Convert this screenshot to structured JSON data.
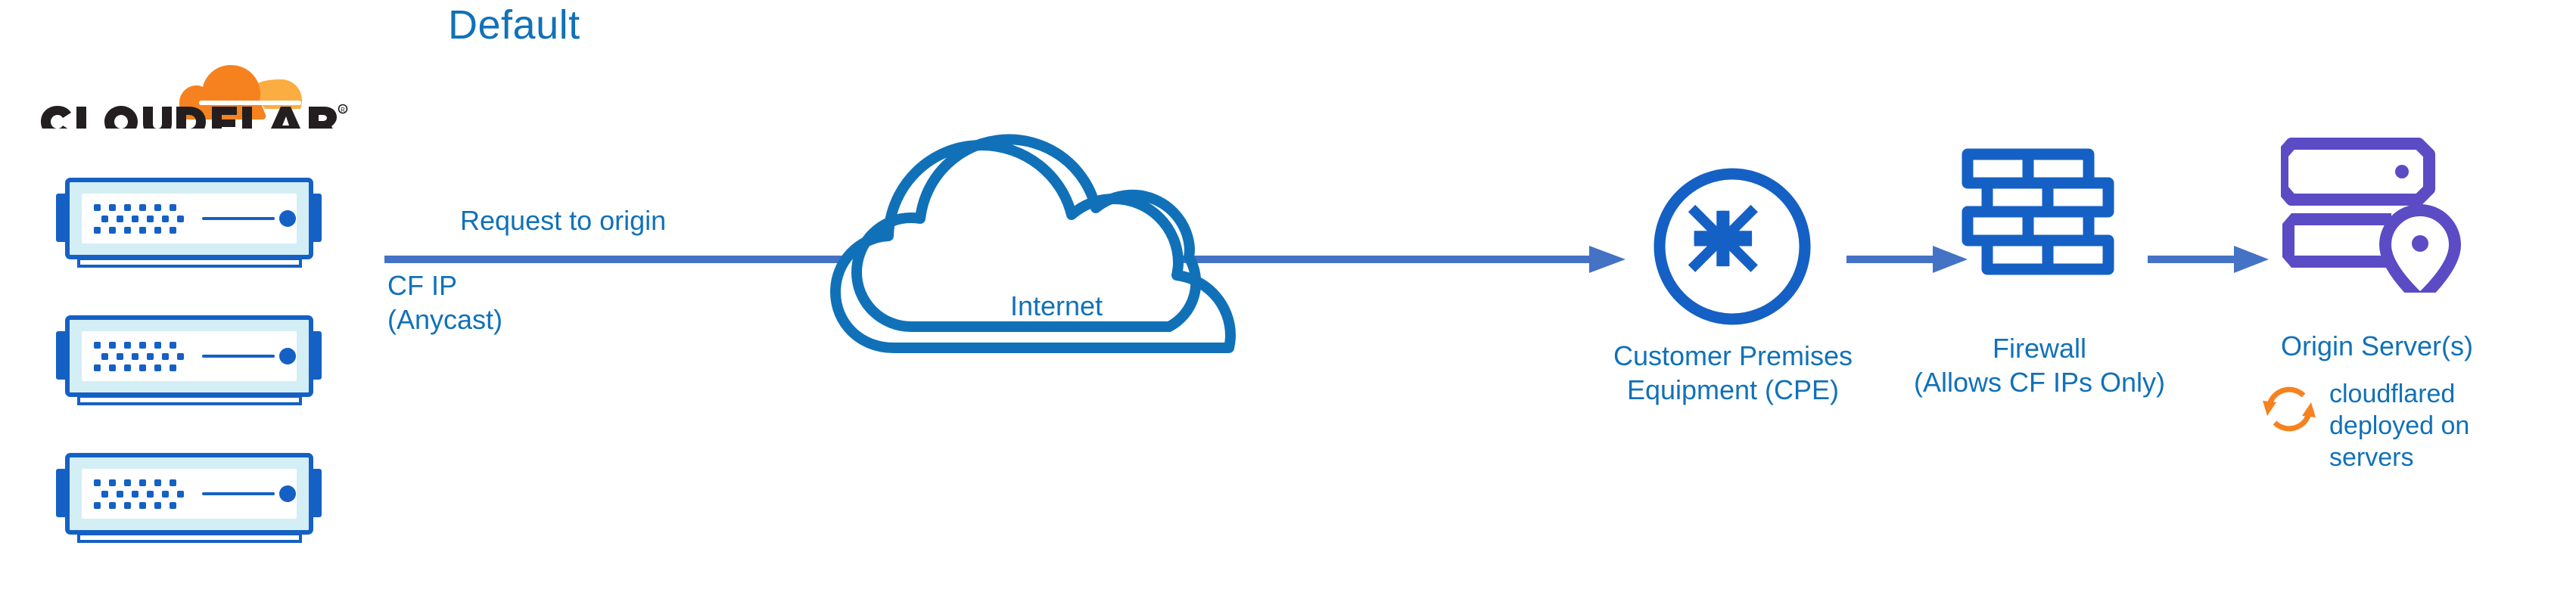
{
  "diagram": {
    "title": "Default",
    "colors": {
      "text_blue": "#1171B8",
      "icon_blue": "#1560C4",
      "arrow_blue": "#4472C4",
      "origin_purple": "#5B4BC4",
      "cloudflare_orange": "#F6821F",
      "cloudflare_orange_light": "#FBAD41",
      "wordmark_dark": "#231F20",
      "appliance_inner": "#D4EEF5",
      "background": "#FFFFFF"
    }
  },
  "brand": {
    "logo_icon": "cloudflare-cloud-icon",
    "wordmark": "CLOUDFLARE",
    "trademark": "®"
  },
  "edge_nodes": {
    "icon": "network-switch-icon",
    "count": 3,
    "caption": "CF IP\n(Anycast)",
    "caption_lines": [
      "CF IP",
      "(Anycast)"
    ]
  },
  "flow": {
    "request_label": "Request to origin",
    "arrows": [
      {
        "name": "cloudflare-to-cpe",
        "direction": "right"
      },
      {
        "name": "cpe-to-firewall",
        "direction": "right"
      },
      {
        "name": "firewall-to-origin",
        "direction": "right"
      }
    ]
  },
  "internet": {
    "icon": "cloud-icon",
    "label": "Internet"
  },
  "cpe": {
    "icon": "router-four-arrows-icon",
    "label_lines": [
      "Customer Premises",
      "Equipment (CPE)"
    ],
    "label": "Customer Premises Equipment (CPE)"
  },
  "firewall": {
    "icon": "brick-wall-icon",
    "label_lines": [
      "Firewall",
      "(Allows CF IPs Only)"
    ],
    "label": "Firewall (Allows CF IPs Only)"
  },
  "origin": {
    "icon": "server-rack-location-pin-icon",
    "label": "Origin Server(s)",
    "note_icon": "circular-sync-arrows-icon",
    "note_lines": [
      "cloudflared",
      "deployed on",
      "servers"
    ],
    "note": "cloudflared deployed on servers"
  }
}
